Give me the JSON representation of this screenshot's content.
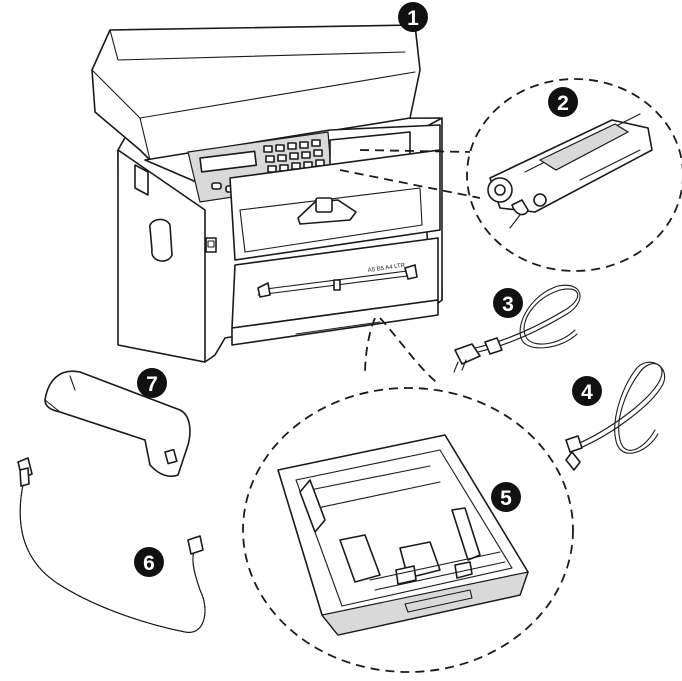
{
  "badges": [
    {
      "id": "printer",
      "label": "1"
    },
    {
      "id": "toner",
      "label": "2"
    },
    {
      "id": "power-cable",
      "label": "3"
    },
    {
      "id": "phone-cable",
      "label": "4"
    },
    {
      "id": "paper-tray",
      "label": "5"
    },
    {
      "id": "handset-cord",
      "label": "6"
    },
    {
      "id": "handset",
      "label": "7"
    }
  ],
  "printer": {
    "tray_marking": "A5 B5 A4 LTR"
  },
  "colors": {
    "ink": "#1a1a1a",
    "paper": "#ffffff",
    "shade": "#d9d9d9",
    "badge": "#111111"
  }
}
